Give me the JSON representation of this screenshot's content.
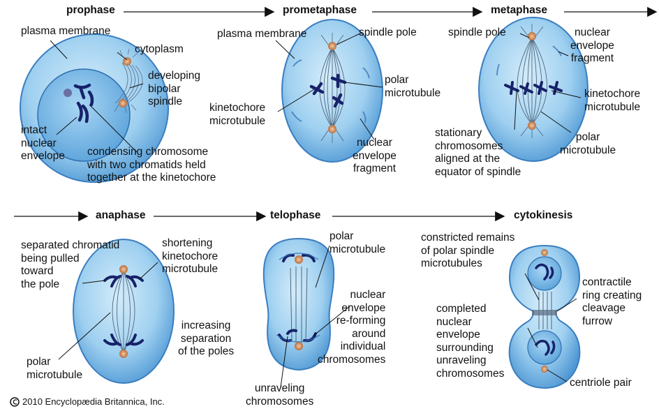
{
  "colors": {
    "cell_fill_center": "#bfe2f7",
    "cell_fill_edge": "#5aa4dc",
    "cell_stroke": "#3a7ec0",
    "nucleus_fill": "#6fb4e6",
    "chromosome": "#17226a",
    "centrosome": "#d99b6c",
    "leader": "#111111"
  },
  "phases": {
    "prophase": "prophase",
    "prometaphase": "prometaphase",
    "metaphase": "metaphase",
    "anaphase": "anaphase",
    "telophase": "telophase",
    "cytokinesis": "cytokinesis"
  },
  "labels": {
    "prophase": {
      "plasma_membrane": "plasma membrane",
      "cytoplasm": "cytoplasm",
      "developing_spindle": "developing\nbipolar\nspindle",
      "intact_nuclear_envelope": "intact\nnuclear\nenvelope",
      "condensing_chromosome": "condensing chromosome\nwith two chromatids held\ntogether at the kinetochore"
    },
    "prometaphase": {
      "plasma_membrane": "plasma membrane",
      "spindle_pole": "spindle pole",
      "polar_microtubule": "polar\nmicrotubule",
      "kinetochore_microtubule": "kinetochore\nmicrotubule",
      "nuclear_envelope_fragment": "nuclear\nenvelope\nfragment"
    },
    "metaphase": {
      "spindle_pole": "spindle pole",
      "nuclear_envelope_fragment": "nuclear\nenvelope\nfragment",
      "kinetochore_microtubule": "kinetochore\nmicrotubule",
      "stationary_chromosomes": "stationary\nchromosomes\naligned at the\nequator of spindle",
      "polar_microtubule": "polar\nmicrotubule"
    },
    "anaphase": {
      "separated_chromatid": "separated chromatid\nbeing pulled\ntoward\nthe pole",
      "shortening_kinetochore": "shortening\nkinetochore\nmicrotubule",
      "increasing_separation": "increasing\nseparation\nof the poles",
      "polar_microtubule": "polar\nmicrotubule"
    },
    "telophase": {
      "polar_microtubule": "polar\nmicrotubule",
      "nuclear_envelope_reforming": "nuclear\nenvelope\nre-forming\naround\nindividual\nchromosomes",
      "unraveling_chromosomes": "unraveling\nchromosomes"
    },
    "cytokinesis": {
      "constricted_remains": "constricted remains\nof polar spindle\nmicrotubules",
      "contractile_ring": "contractile\nring creating\ncleavage\nfurrow",
      "completed_nuclear_envelope": "completed\nnuclear\nenvelope\nsurrounding\nunraveling\nchromosomes",
      "centriole_pair": "centriole pair"
    }
  },
  "copyright": "2010 Encyclopædia Britannica, Inc."
}
